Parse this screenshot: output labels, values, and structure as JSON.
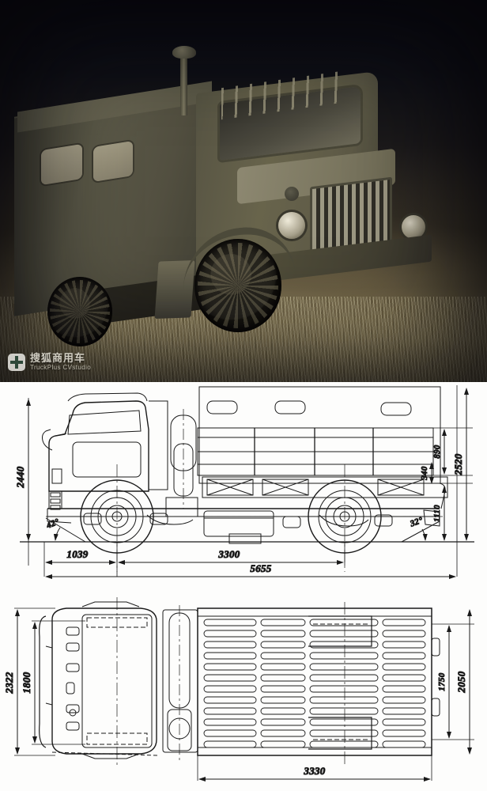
{
  "page": {
    "title": "GAZ-66 box-body truck photograph with dimensioned technical drawings",
    "photo_caption": "",
    "background_color": "#ffffff"
  },
  "photo": {
    "subject": "military cab-over box-body truck",
    "tone": "sepia monochrome",
    "watermark": {
      "chinese_text": "搜狐商用车",
      "latin_text": "TruckPlus CVstudio",
      "badge_icon": "cross-badge-icon",
      "badge_color": "#f2f1ec",
      "cross_color": "#2f4f3f"
    }
  },
  "drawings": {
    "units_note": "",
    "side_view": {
      "name": "side elevation",
      "dimensions": {
        "overall_height": "2440",
        "cab_roof_height": "2520",
        "bed_side_height": "890",
        "bed_floor_drop": "340",
        "frame_height": "1110",
        "front_overhang": "1039",
        "wheelbase": "3300",
        "overall_length": "5655",
        "approach_angle": "42°",
        "departure_angle": "32°"
      }
    },
    "plan_view": {
      "name": "plan / top view",
      "dimensions": {
        "overall_width": "2322",
        "track_width": "1800",
        "bed_inner_width": "1750",
        "bed_outer_width": "2050",
        "bed_length": "3330"
      }
    }
  },
  "colors": {
    "line": "#1a1a1a",
    "paper": "#fdfdfc",
    "photo_dark": "#0a0b10",
    "photo_light": "#d6cbaa"
  }
}
